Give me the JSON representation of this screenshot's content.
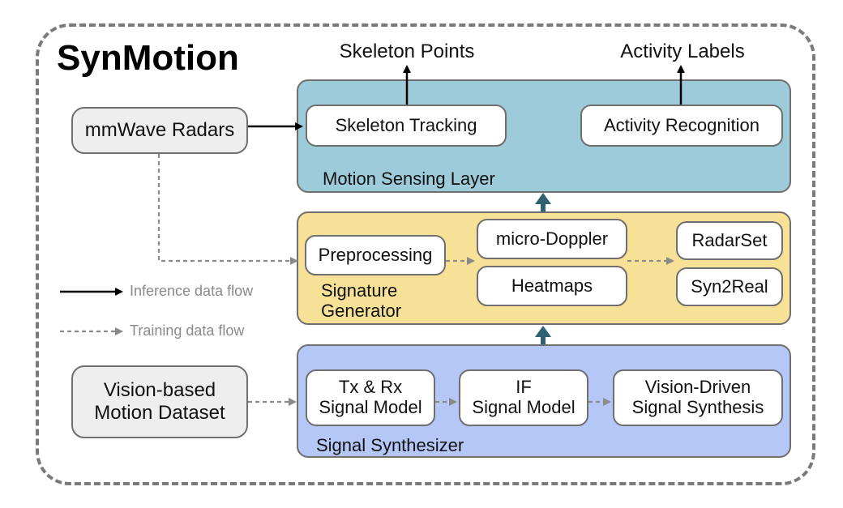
{
  "title": "SynMotion",
  "inputs": {
    "radars": "mmWave Radars",
    "dataset": "Vision-based\nMotion Dataset"
  },
  "outputs": {
    "skeleton_points": "Skeleton Points",
    "activity_labels": "Activity Labels"
  },
  "layers": {
    "motion": {
      "label": "Motion Sensing Layer",
      "boxes": [
        "Skeleton Tracking",
        "Activity Recognition"
      ]
    },
    "signature": {
      "label": "Signature\nGenerator",
      "boxes": [
        "Preprocessing",
        "micro-Doppler",
        "Heatmaps",
        "RadarSet",
        "Syn2Real"
      ]
    },
    "synth": {
      "label": "Signal Synthesizer",
      "boxes": [
        "Tx & Rx\nSignal Model",
        "IF\nSignal Model",
        "Vision-Driven\nSignal Synthesis"
      ]
    }
  },
  "legend": {
    "inference": "Inference data flow",
    "training": "Training data flow"
  },
  "colors": {
    "motion_layer": "#9ecbd9",
    "signature_layer": "#f7e196",
    "synth_layer": "#b4c7f7",
    "input_box": "#eeeeee",
    "up_arrow": "#2e6272",
    "training_arrow": "#8a8a8a"
  }
}
